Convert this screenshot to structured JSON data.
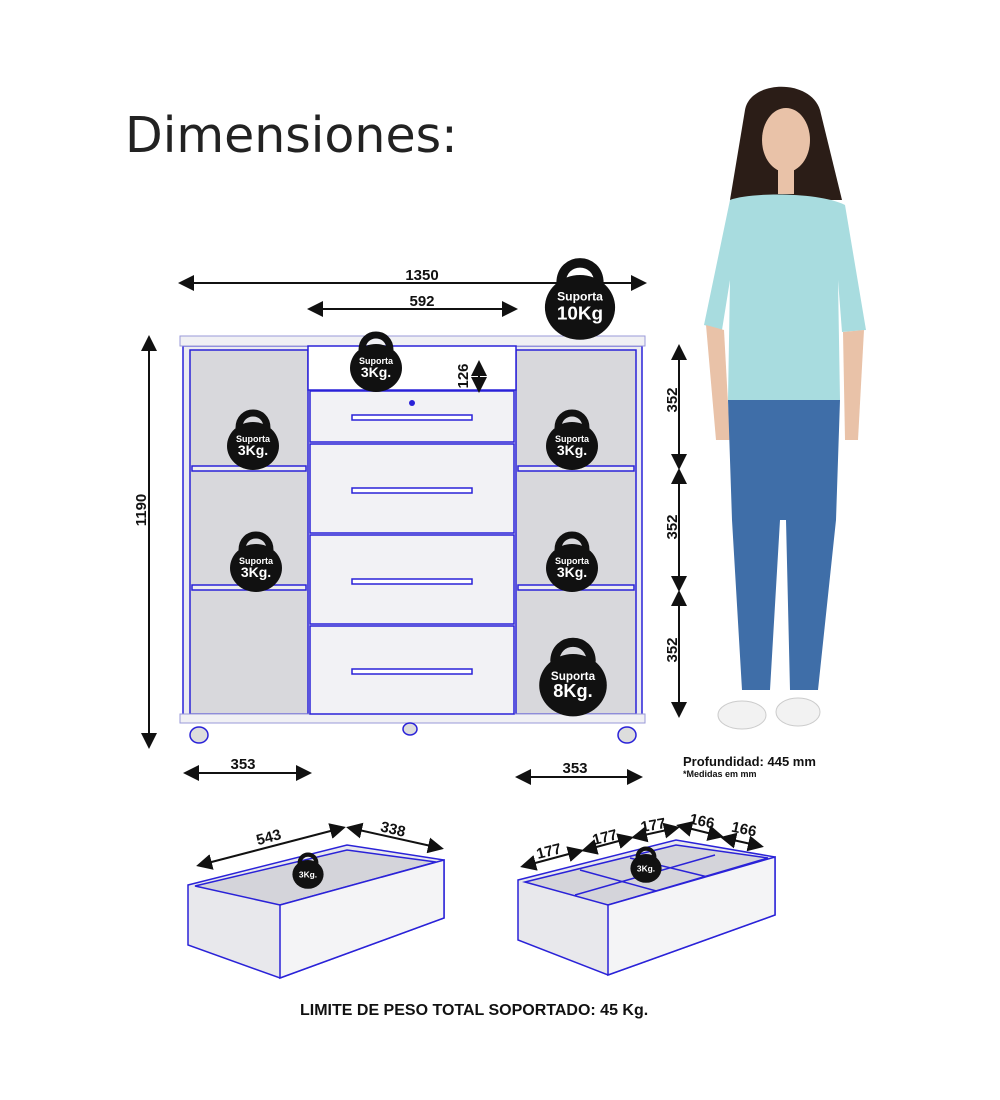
{
  "title": "Dimensiones:",
  "dimensions": {
    "total_width": "1350",
    "center_width": "592",
    "niche_height": "126",
    "total_height": "1190",
    "section_heights": [
      "352",
      "352",
      "352"
    ],
    "left_width": "353",
    "right_width": "353",
    "depth": "Profundidad: 445 mm",
    "units_note": "*Medidas em mm"
  },
  "weights": {
    "top": {
      "label": "Suporta",
      "value": "10Kg"
    },
    "niche": {
      "label": "Suporta",
      "value": "3Kg."
    },
    "left_upper": {
      "label": "Suporta",
      "value": "3Kg."
    },
    "right_upper": {
      "label": "Suporta",
      "value": "3Kg."
    },
    "left_lower": {
      "label": "Suporta",
      "value": "3Kg."
    },
    "right_lower": {
      "label": "Suporta",
      "value": "3Kg."
    },
    "right_bottom": {
      "label": "Suporta",
      "value": "8Kg."
    },
    "drawer_plain": "3Kg.",
    "drawer_divided": "3Kg."
  },
  "drawer_plain": {
    "length": "543",
    "width": "338"
  },
  "drawer_divided": {
    "segments": [
      "177",
      "177",
      "177",
      "166",
      "166"
    ]
  },
  "footer": "LIMITE DE PESO TOTAL SOPORTADO: 45 Kg.",
  "colors": {
    "edge": "#2a22d8",
    "panel": "#e4e4ea",
    "shirt": "#a8dcdf",
    "jeans": "#3f6ea8"
  }
}
